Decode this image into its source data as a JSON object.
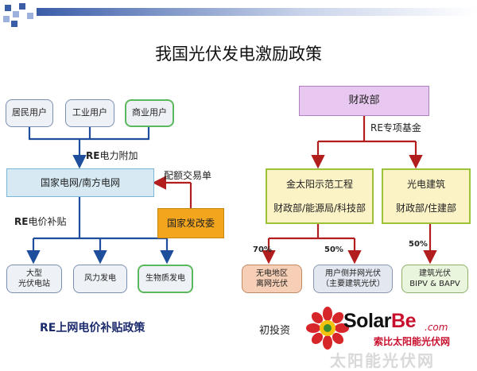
{
  "title": "我国光伏发电激励政策",
  "left": {
    "users": [
      "居民用户",
      "工业用户",
      "商业用户"
    ],
    "fund_label_re": "RE",
    "fund_label_rest": "电力附加",
    "grid": "国家电网/南方电网",
    "quota_label": "配额交易单",
    "ndrc": "国家发改委",
    "subsidy_re": "RE",
    "subsidy_rest": "电价补贴",
    "plants": [
      "大型\n光伏电站",
      "风力发电",
      "生物质发电"
    ],
    "caption_re": "RE",
    "caption_rest": "上网电价补贴政策"
  },
  "right": {
    "ministry": "财政部",
    "fund_label": "RE专项基金",
    "golden_sun_title": "金太阳示范工程",
    "golden_sun_depts": "财政部/能源局/科技部",
    "pv_building_title": "光电建筑",
    "pv_building_depts": "财政部/住建部",
    "pct_left": "70%",
    "pct_mid": "50%",
    "pct_right": "50%",
    "offgrid": "无电地区\n离网光伏",
    "userside": "用户侧并网光伏\n（主要建筑光伏）",
    "bipv": "建筑光伏\nBIPV & BAPV",
    "caption_partial": "初投资"
  },
  "logo": {
    "text_main": "Solar",
    "text_accent": "Be",
    "text_com": ".com",
    "text_cn": "索比太阳能光伏网",
    "ghost_text": "太阳能光伏网"
  },
  "colors": {
    "deco_blue": "#3b5da8",
    "user_box_bg": "#eef2f7",
    "grid_box_bg": "#d7eaf4",
    "ndrc_bg": "#f3a51d",
    "ministry_bg": "#e8c8f0",
    "program_bg": "#fbf2c6",
    "offgrid_bg": "#f7cfb6",
    "userside_bg": "#e3e7f0",
    "bipv_bg": "#eaf5de",
    "arrow_blue": "#1f4e9c",
    "arrow_red": "#b21e1e"
  }
}
